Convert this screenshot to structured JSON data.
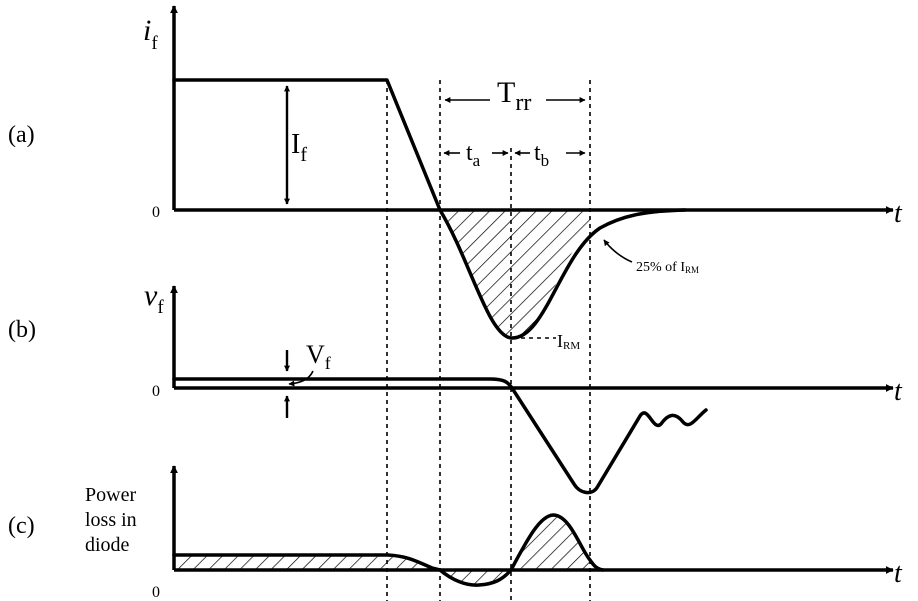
{
  "panels": {
    "a": {
      "label": "(a)",
      "y_axis_var": "i",
      "y_axis_sub": "f",
      "zero": "0",
      "t_label": "t",
      "level_label": "I",
      "level_sub": "f",
      "trr_label": "T",
      "trr_sub": "rr",
      "ta_label": "t",
      "ta_sub": "a",
      "tb_label": "t",
      "tb_sub": "b",
      "irm_label": "I",
      "irm_sub": "RM",
      "pct_label": "25% of I",
      "pct_sub": "RM"
    },
    "b": {
      "label": "(b)",
      "y_axis_var": "v",
      "y_axis_sub": "f",
      "zero": "0",
      "t_label": "t",
      "vf_label": "V",
      "vf_sub": "f"
    },
    "c": {
      "label": "(c)",
      "y_axis_line1": "Power",
      "y_axis_line2": "loss in",
      "y_axis_line3": "diode",
      "zero": "0",
      "t_label": "t"
    }
  },
  "colors": {
    "ink": "#000000",
    "background": "#ffffff"
  }
}
